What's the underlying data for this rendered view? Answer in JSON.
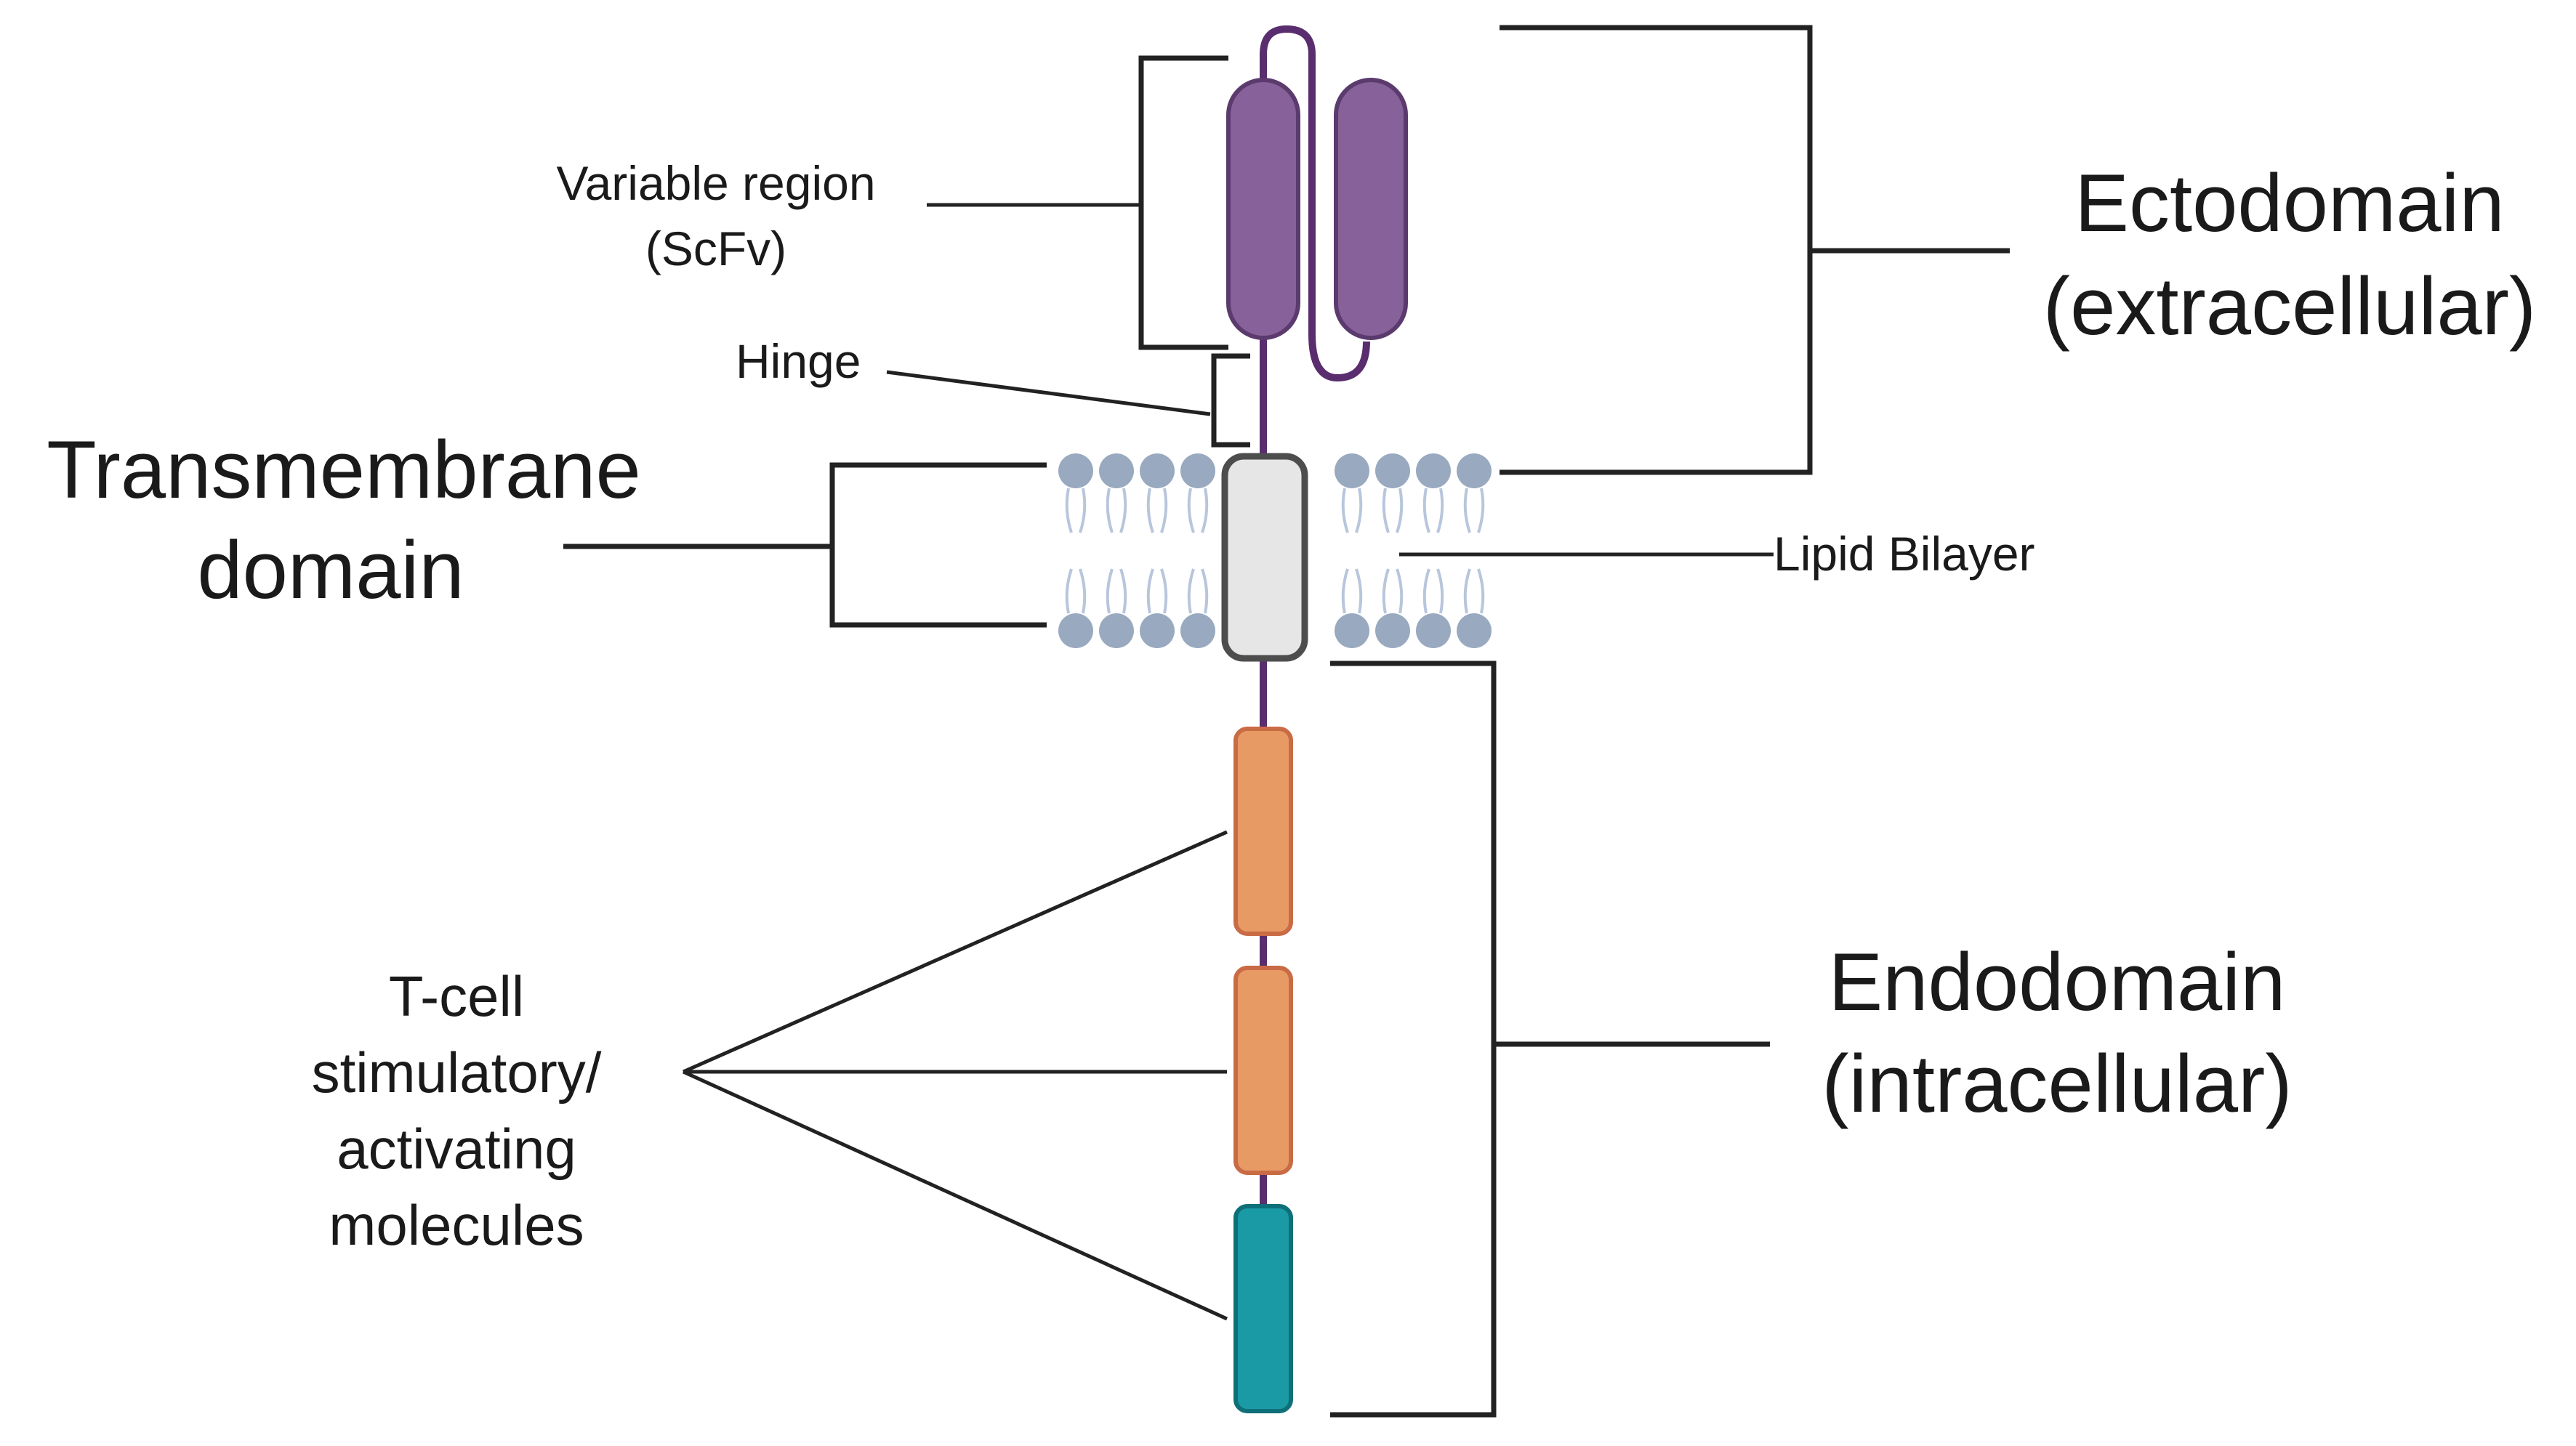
{
  "labels": {
    "variable_region": [
      "Variable region",
      "(ScFv)"
    ],
    "hinge": "Hinge",
    "transmembrane": [
      "Transmembrane",
      "domain"
    ],
    "lipid_bilayer": "Lipid Bilayer",
    "ectodomain": [
      "Ectodomain",
      "(extracellular)"
    ],
    "endodomain": [
      "Endodomain",
      "(intracellular)"
    ],
    "tcell": [
      "T-cell",
      "stimulatory/",
      "activating",
      "molecules"
    ]
  },
  "colors": {
    "scfv_fill": "#876199",
    "scfv_stroke": "#5b3a6e",
    "chain": "#5a2d6e",
    "transmembrane_fill": "#e6e6e6",
    "transmembrane_stroke": "#4d4d4d",
    "lipid_head": "#99a9bf",
    "lipid_tail": "#b8c6dc",
    "stim_fill": "#e89a64",
    "stim_stroke": "#c96b45",
    "activating_fill": "#1a9aa5",
    "activating_stroke": "#0e6f78",
    "line": "#222222"
  }
}
